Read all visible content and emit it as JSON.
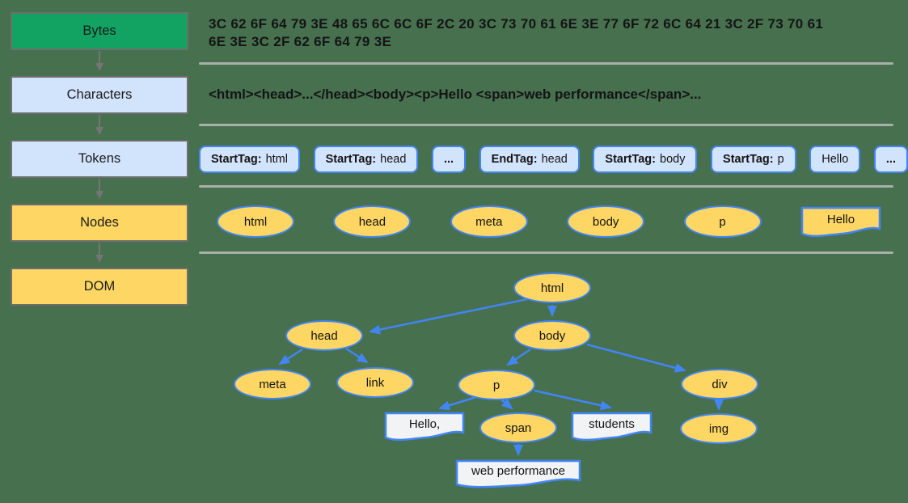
{
  "colors": {
    "background": "#47704F",
    "stage_green": "#12A262",
    "stage_light_blue": "#D2E3FC",
    "stage_yellow": "#FDD663",
    "node_border_blue": "#4285F4",
    "document_box_gray": "#F1F3F4",
    "divider_gray": "#A9AFA9",
    "connector_gray": "#757575"
  },
  "pipeline": {
    "stages": [
      {
        "label": "Bytes"
      },
      {
        "label": "Characters"
      },
      {
        "label": "Tokens"
      },
      {
        "label": "Nodes"
      },
      {
        "label": "DOM"
      }
    ]
  },
  "bytes": {
    "line1": "3C 62 6F 64 79 3E 48 65 6C 6C 6F 2C 20 3C 73 70 61 6E 3E 77 6F 72 6C 64 21 3C 2F 73 70 61",
    "line2": "6E 3E 3C 2F 62 6F 64 79 3E"
  },
  "characters": {
    "text": "<html><head>...</head><body><p>Hello <span>web performance</span>..."
  },
  "tokens": {
    "list": [
      {
        "label": "StartTag:",
        "value": "html"
      },
      {
        "label": "StartTag:",
        "value": "head"
      },
      {
        "label": "...",
        "value": ""
      },
      {
        "label": "EndTag:",
        "value": "head"
      },
      {
        "label": "StartTag:",
        "value": "body"
      },
      {
        "label": "StartTag:",
        "value": "p"
      },
      {
        "label": "",
        "value": "Hello"
      },
      {
        "label": "...",
        "value": ""
      }
    ]
  },
  "nodes": {
    "ellipses": [
      {
        "label": "html"
      },
      {
        "label": "head"
      },
      {
        "label": "meta"
      },
      {
        "label": "body"
      },
      {
        "label": "p"
      }
    ],
    "document": {
      "label": "Hello"
    }
  },
  "dom_tree": {
    "nodes": [
      {
        "id": "html",
        "label": "html",
        "shape": "ellipse"
      },
      {
        "id": "head",
        "label": "head",
        "shape": "ellipse"
      },
      {
        "id": "body",
        "label": "body",
        "shape": "ellipse"
      },
      {
        "id": "meta",
        "label": "meta",
        "shape": "ellipse"
      },
      {
        "id": "link",
        "label": "link",
        "shape": "ellipse"
      },
      {
        "id": "p",
        "label": "p",
        "shape": "ellipse"
      },
      {
        "id": "div",
        "label": "div",
        "shape": "ellipse"
      },
      {
        "id": "hello",
        "label": "Hello,",
        "shape": "document"
      },
      {
        "id": "span",
        "label": "span",
        "shape": "ellipse"
      },
      {
        "id": "students",
        "label": "students",
        "shape": "document"
      },
      {
        "id": "img",
        "label": "img",
        "shape": "ellipse"
      },
      {
        "id": "webperf",
        "label": "web performance",
        "shape": "document"
      }
    ],
    "edges": [
      "html->head",
      "html->body",
      "head->meta",
      "head->link",
      "body->p",
      "body->div",
      "p->Hello,",
      "p->span",
      "p->students",
      "span->web performance",
      "div->img"
    ]
  }
}
